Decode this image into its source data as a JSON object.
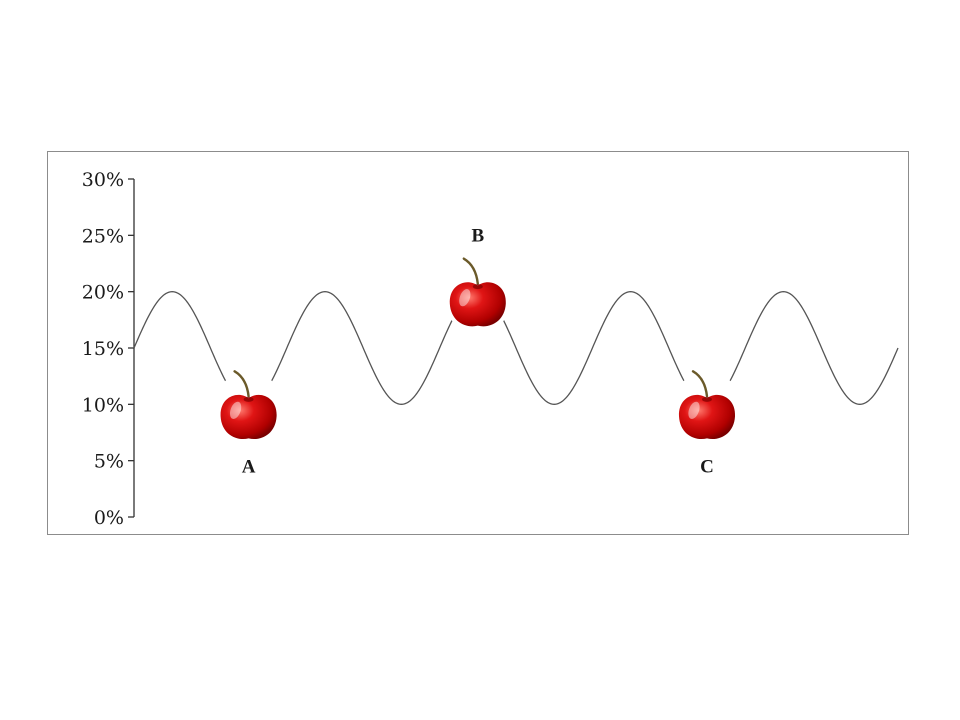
{
  "chart_data": {
    "type": "line",
    "title": "",
    "xlabel": "",
    "ylabel": "",
    "ylim": [
      0,
      30
    ],
    "y_ticks": [
      "0%",
      "5%",
      "10%",
      "15%",
      "20%",
      "25%",
      "30%"
    ],
    "y_tick_values": [
      0,
      5,
      10,
      15,
      20,
      25,
      30
    ],
    "xlim": [
      0,
      5
    ],
    "grid": false,
    "series": [
      {
        "function": "15 + 5*sin(2*pi*x)",
        "x_range": [
          0,
          5
        ]
      }
    ],
    "points": [
      {
        "label": "A",
        "x": 0.75,
        "y": 10,
        "marker": "cherry-icon"
      },
      {
        "label": "B",
        "x": 2.25,
        "y": 20,
        "marker": "cherry-icon"
      },
      {
        "label": "C",
        "x": 3.75,
        "y": 10,
        "marker": "cherry-icon"
      }
    ],
    "colors": {
      "line": "#555555",
      "axis": "#333333",
      "frame": "#8c8c8c",
      "cherry": "#d20a0a"
    }
  }
}
